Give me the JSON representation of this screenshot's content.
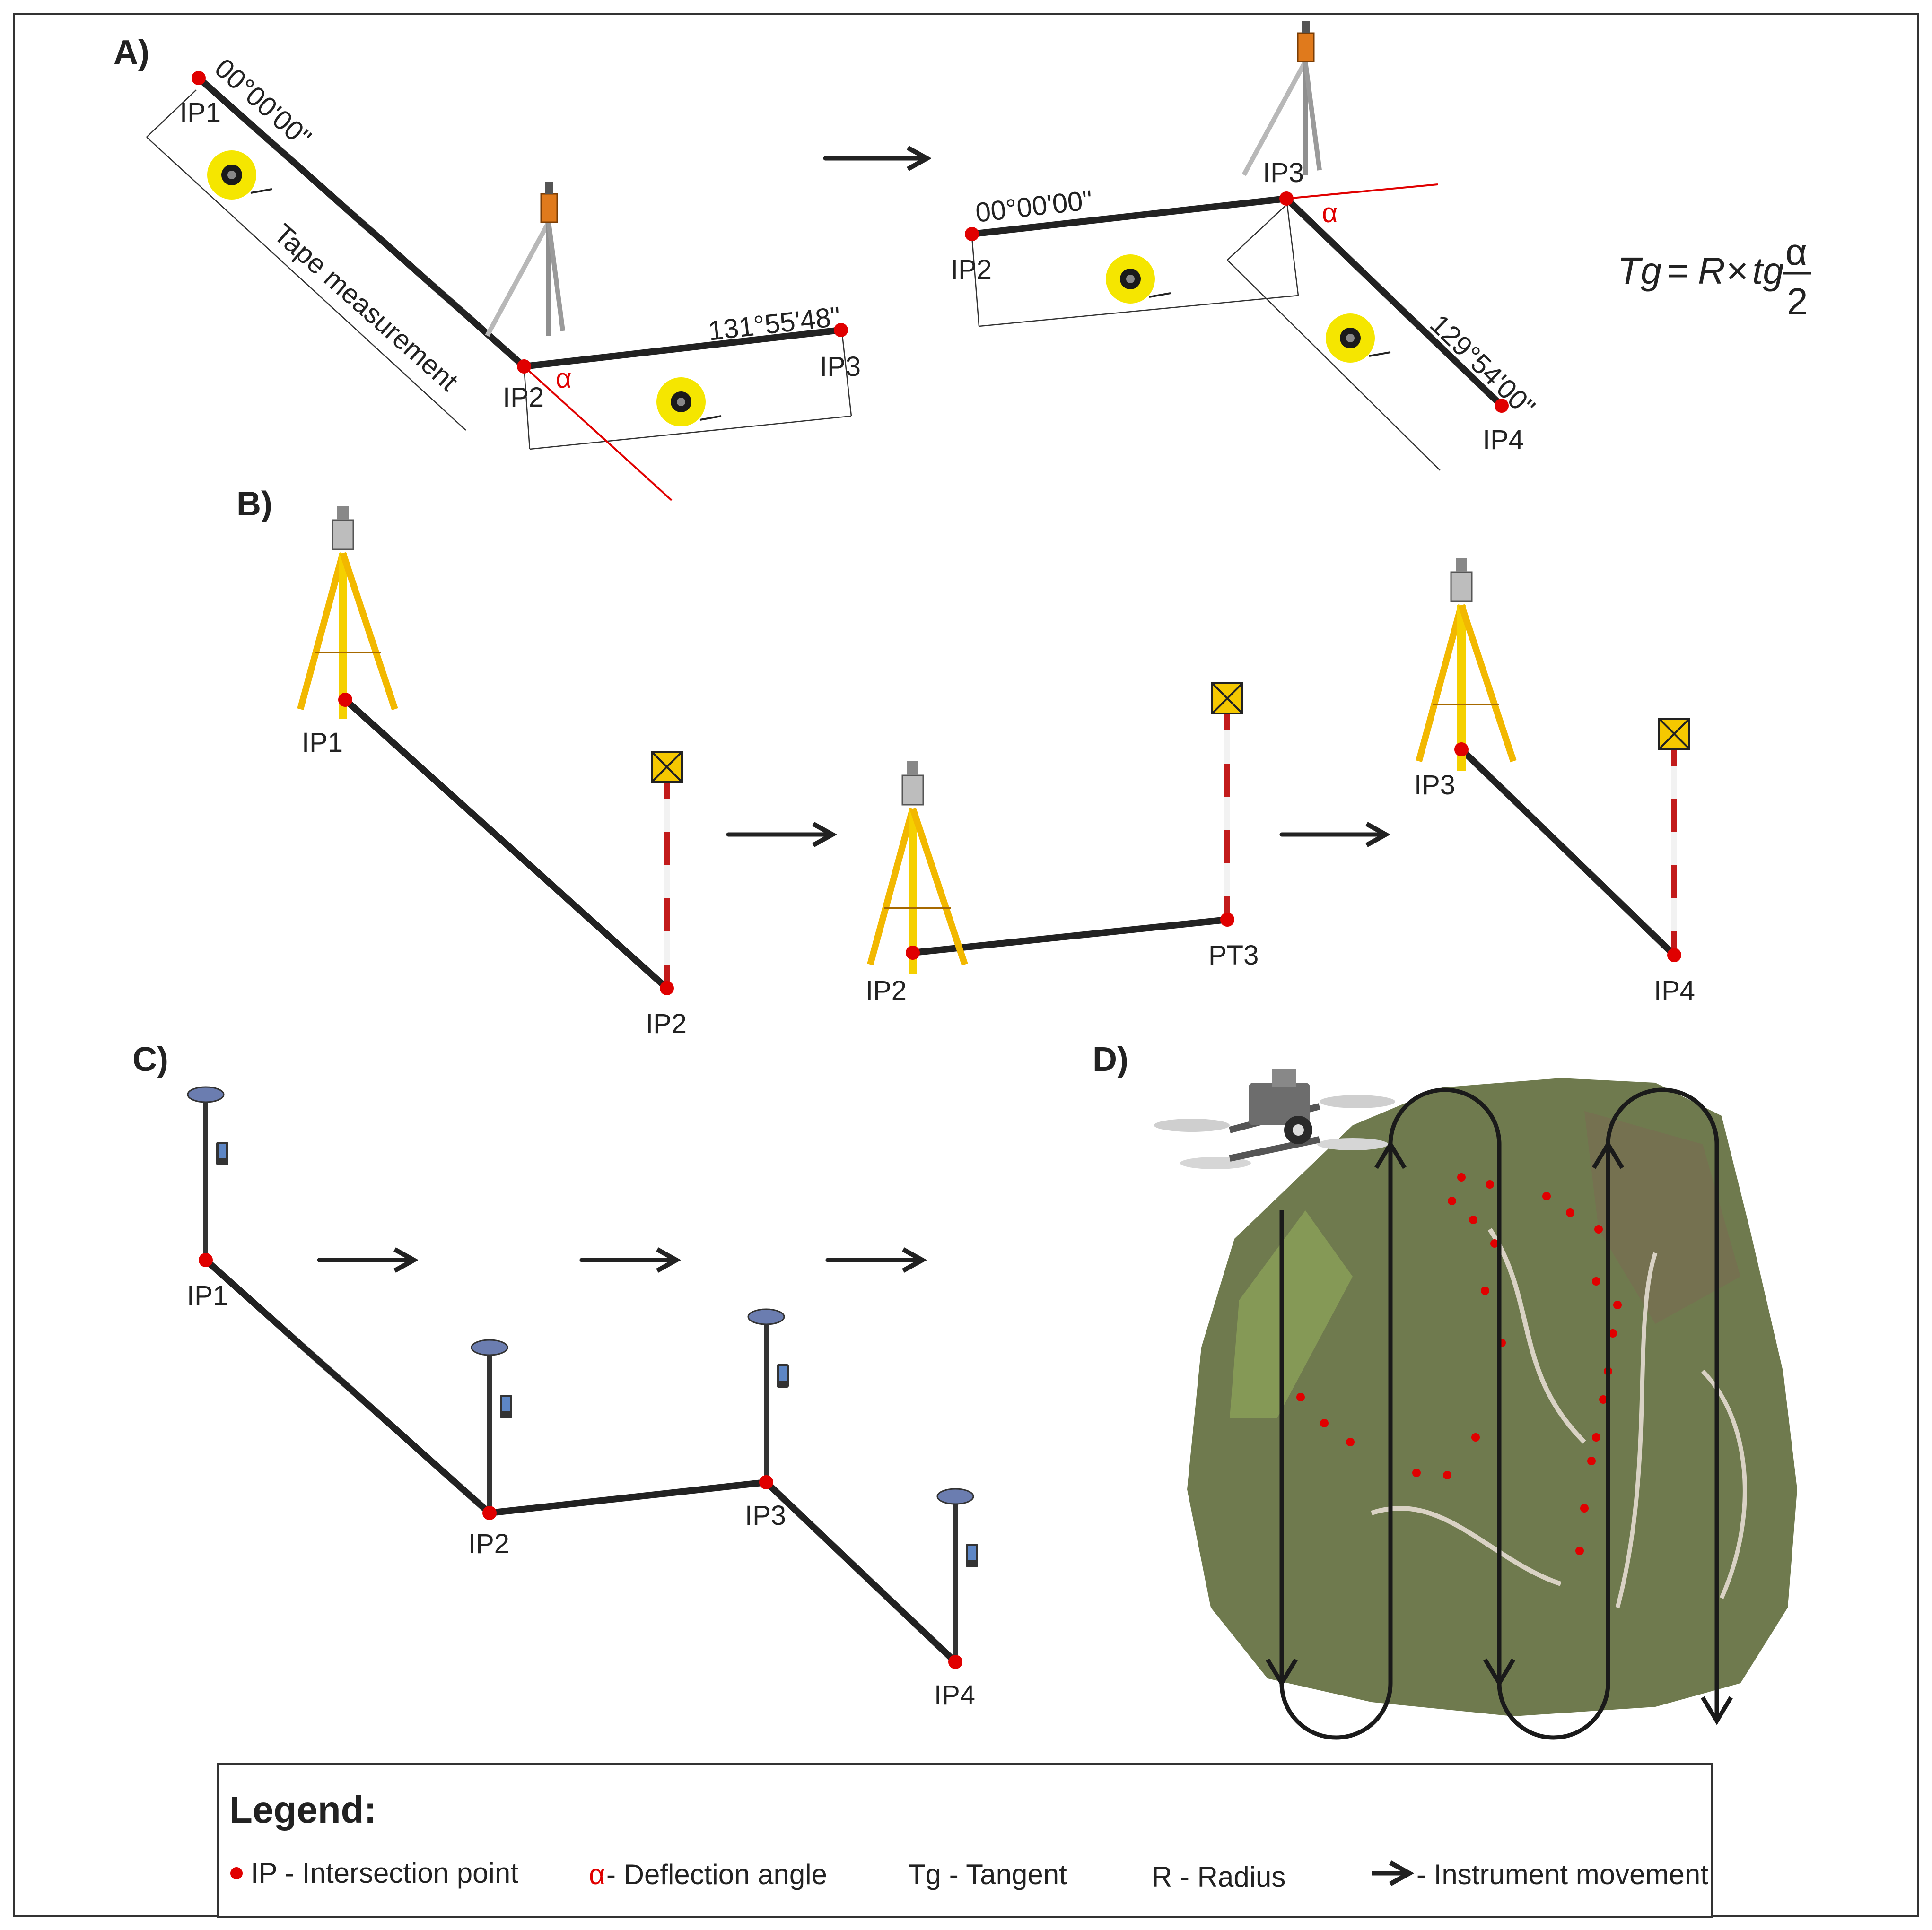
{
  "colors": {
    "route": "#222222",
    "intersection_point": "#e00000",
    "deflection": "#e00000",
    "tripod": "#f2c500",
    "tape": "#f5e600",
    "drone_map_base": "#6f7a4e"
  },
  "panels": {
    "a": {
      "label": "A)",
      "left": {
        "points": [
          "IP1",
          "IP2",
          "IP3"
        ],
        "bearing_start": "00°00'00\"",
        "bearing_end": "131°55'48\"",
        "tape_label": "Tape measurement",
        "alpha": "α"
      },
      "right": {
        "points": [
          "IP2",
          "IP3",
          "IP4"
        ],
        "bearing_start": "00°00'00\"",
        "bearing_end": "129°54'00\"",
        "alpha": "α"
      },
      "formula": {
        "lhs": "Tg",
        "eq": "=",
        "r": "R",
        "times": "×",
        "tg": "tg",
        "num": "α",
        "den": "2"
      }
    },
    "b": {
      "label": "B)",
      "stage1": [
        "IP1",
        "IP2"
      ],
      "stage2": [
        "IP2",
        "PT3"
      ],
      "stage3": [
        "IP3",
        "IP4"
      ]
    },
    "c": {
      "label": "C)",
      "points": [
        "IP1",
        "IP2",
        "IP3",
        "IP4"
      ]
    },
    "d": {
      "label": "D)"
    }
  },
  "legend": {
    "title": "Legend:",
    "items": [
      {
        "symbol": "red-dot",
        "text": "IP - Intersection point"
      },
      {
        "symbol": "α",
        "text": " - Deflection angle"
      },
      {
        "symbol": "",
        "text": "Tg - Tangent"
      },
      {
        "symbol": "",
        "text": "R - Radius"
      },
      {
        "symbol": "arrow",
        "text": " - Instrument movement"
      }
    ]
  }
}
